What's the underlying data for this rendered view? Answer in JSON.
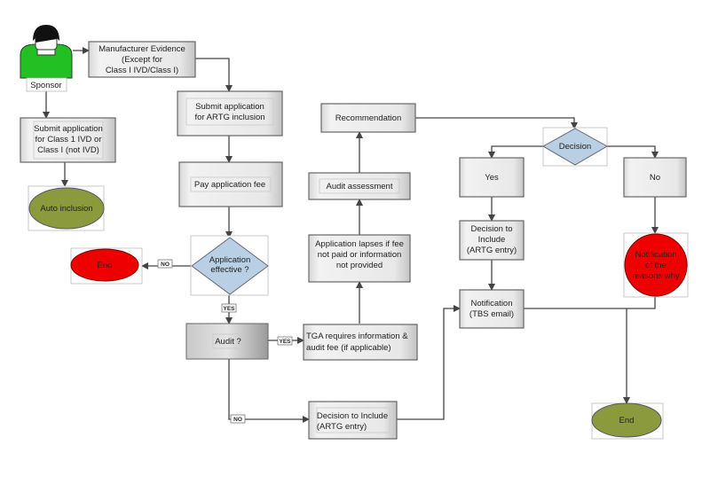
{
  "colors": {
    "diamond": "#b8cfe4",
    "start_end": "#8a9a3c",
    "terminate": "#ee0000",
    "person": "#22c022",
    "box": "#e8e8e8"
  },
  "sponsor": {
    "label": "Sponsor",
    "icon": "person-icon"
  },
  "nodes": {
    "manufacturer": [
      "Manufacturer Evidence",
      "(Except for",
      "Class I IVD/Class I)"
    ],
    "submit_class1": [
      "Submit application",
      "for Class 1 IVD or",
      "Class I (not IVD)"
    ],
    "auto_inclusion": "Auto inclusion",
    "submit_artg": [
      "Submit application",
      "for ARTG inclusion"
    ],
    "pay_fee": "Pay application fee",
    "app_effective": [
      "Application",
      "effective ?"
    ],
    "end_left": "End",
    "audit": "Audit ?",
    "tga": [
      "TGA requires information  &",
      "audit fee  (if applicable)"
    ],
    "lapses": [
      "Application lapses if fee",
      "not paid or information",
      "not provided"
    ],
    "audit_assessment": "Audit assessment",
    "recommendation": "Recommendation",
    "decision_include_bottom": [
      "Decision to Include",
      "(ARTG entry)"
    ],
    "decision": "Decision",
    "yes": "Yes",
    "no": "No",
    "decision_include_right": [
      "Decision to",
      "Include",
      "(ARTG entry)"
    ],
    "notification": [
      "Notification",
      "(TBS email)"
    ],
    "notification_reasons": [
      "Notification",
      "of the",
      "reasons why"
    ],
    "end_right": "End"
  },
  "edge_labels": {
    "no_left": "NO",
    "yes_down": "YES",
    "yes_right": "YES",
    "no_down": "NO"
  }
}
